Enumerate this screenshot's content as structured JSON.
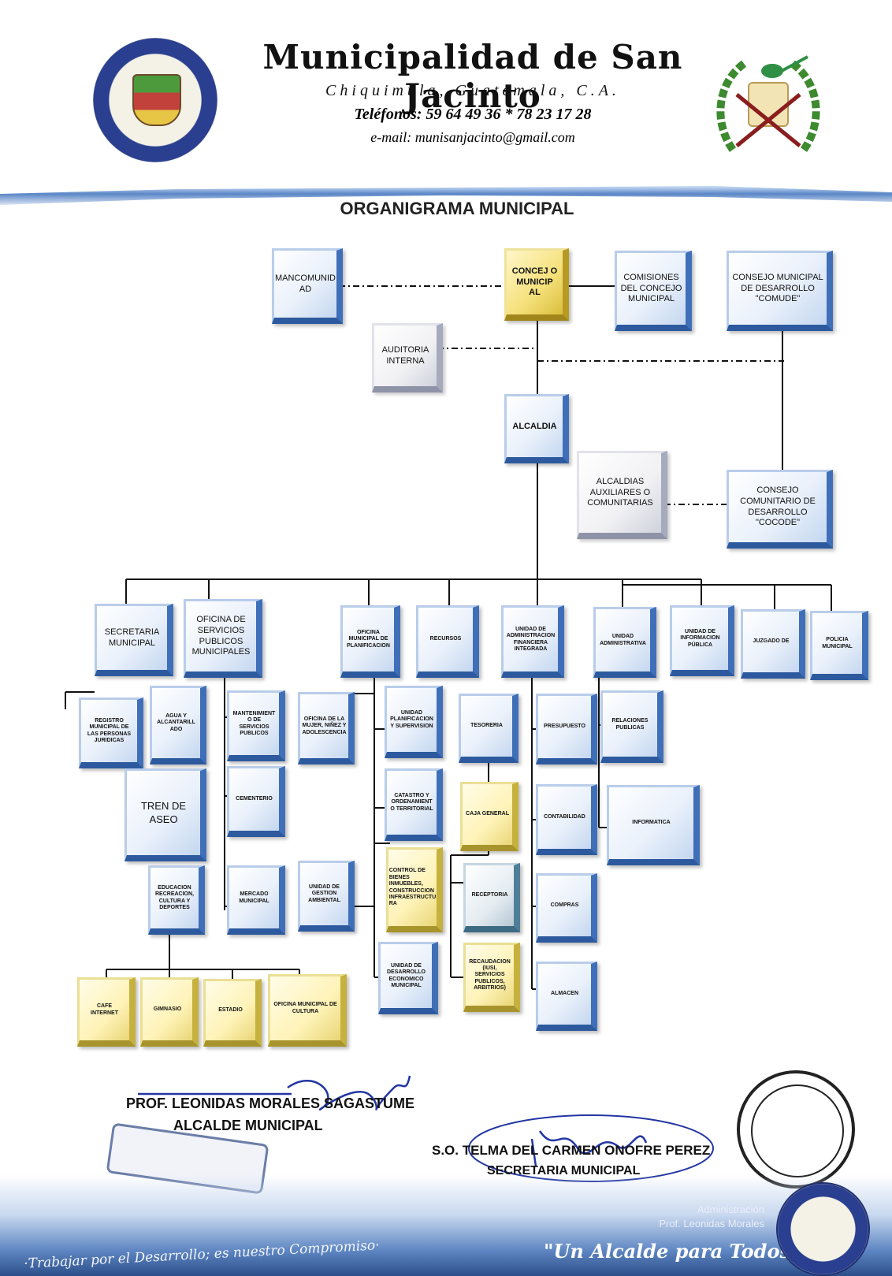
{
  "header": {
    "title": "Municipalidad de San Jacinto",
    "subtitle": "Chiquimula, Guatemala, C.A.",
    "phones": "Teléfonos: 59 64 49 36 * 78 23 17 28",
    "email": "e-mail: munisanjacinto@gmail.com"
  },
  "chart_title": "ORGANIGRAMA MUNICIPAL",
  "org": {
    "concejo": "CONCEJ O MUNICIP AL",
    "mancomunidad": "MANCOMUNID AD",
    "comisiones": "COMISIONES DEL CONCEJO MUNICIPAL",
    "comude": "CONSEJO MUNICIPAL DE DESARROLLO \"COMUDE\"",
    "auditoria": "AUDITORIA INTERNA",
    "alcaldia": "ALCALDIA",
    "alcaldias_auxiliares": "ALCALDIAS AUXILIARES O COMUNITARIAS",
    "cocode": "CONSEJO COMUNITARIO DE DESARROLLO \"COCODE\"",
    "secretaria": "SECRETARIA MUNICIPAL",
    "servicios_publicos": "OFICINA DE SERVICIOS PUBLICOS MUNICIPALES",
    "planificacion": "OFICINA MUNICIPAL DE PLANIFICACION",
    "recursos": "RECURSOS",
    "afim": "UNIDAD DE ADMINISTRACION FINANCIERA INTEGRADA",
    "unidad_administrativa": "UNIDAD ADMINISTRATIVA",
    "informacion_publica": "UNIDAD DE INFORMACION PÚBLICA",
    "juzgado": "JUZGADO DE",
    "policia": "POLICIA MUNICIPAL",
    "registro": "REGISTRO MUNICIPAL DE LAS PERSONAS JURIDICAS",
    "agua": "AGUA Y ALCANTARILL ADO",
    "mantenimiento": "MANTENIMIENT O DE SERVICIOS PUBLICOS",
    "oficina_mujer": "OFICINA DE LA MUJER, NIÑEZ Y ADOLESCENCIA",
    "planificacion_supervision": "UNIDAD PLANIFICACION Y SUPERVISION",
    "tesoreria": "TESORERIA",
    "presupuesto": "PRESUPUESTO",
    "relaciones_publicas": "RELACIONES PUBLICAS",
    "tren_aseo": "TREN DE ASEO",
    "cementerio": "CEMENTERIO",
    "catastro": "CATASTRO Y ORDENAMIENT O TERRITORIAL",
    "caja_general": "CAJA GENERAL",
    "contabilidad": "CONTABILIDAD",
    "informatica": "INFORMATICA",
    "control_bienes": "CONTROL DE BIENES INMUEBLES, CONSTRUCCION INFRAESTRUCTU RA",
    "educacion": "EDUCACION RECREACION, CULTURA Y DEPORTES",
    "mercado": "MERCADO MUNICIPAL",
    "gestion_ambiental": "UNIDAD DE GESTION AMBIENTAL",
    "receptoria": "RECEPTORIA",
    "compras": "COMPRAS",
    "recaudacion": "RECAUDACION (IUSI, SERVICIOS PUBLICOS, ARBITRIOS)",
    "desarrollo_economico": "UNIDAD DE DESARROLLO ECONOMICO MUNICIPAL",
    "almacen": "ALMACEN",
    "cafe_internet": "CAFE INTERNET",
    "gimnasio": "GIMNASIO",
    "estadio": "ESTADIO",
    "cultura": "OFICINA MUNICIPAL DE CULTURA"
  },
  "signatures": {
    "alcalde_name": "PROF. LEONIDAS MORALES SAGASTUME",
    "alcalde_role": "ALCALDE MUNICIPAL",
    "secretaria_name": "S.O. TELMA DEL CARMEN ONOFRE PEREZ",
    "secretaria_role": "SECRETARIA MUNICIPAL"
  },
  "footer": {
    "motto": "·Trabajar por el Desarrollo; es nuestro Compromiso·",
    "admin_line1": "Administración",
    "admin_line2": "Prof. Leonidas Morales",
    "slogan": "\"Un Alcalde para Todos\""
  },
  "colors": {
    "box_blue_edge": "#3f6fb8",
    "box_yellow_edge": "#c6b13e",
    "header_band": "#5a86c7"
  }
}
